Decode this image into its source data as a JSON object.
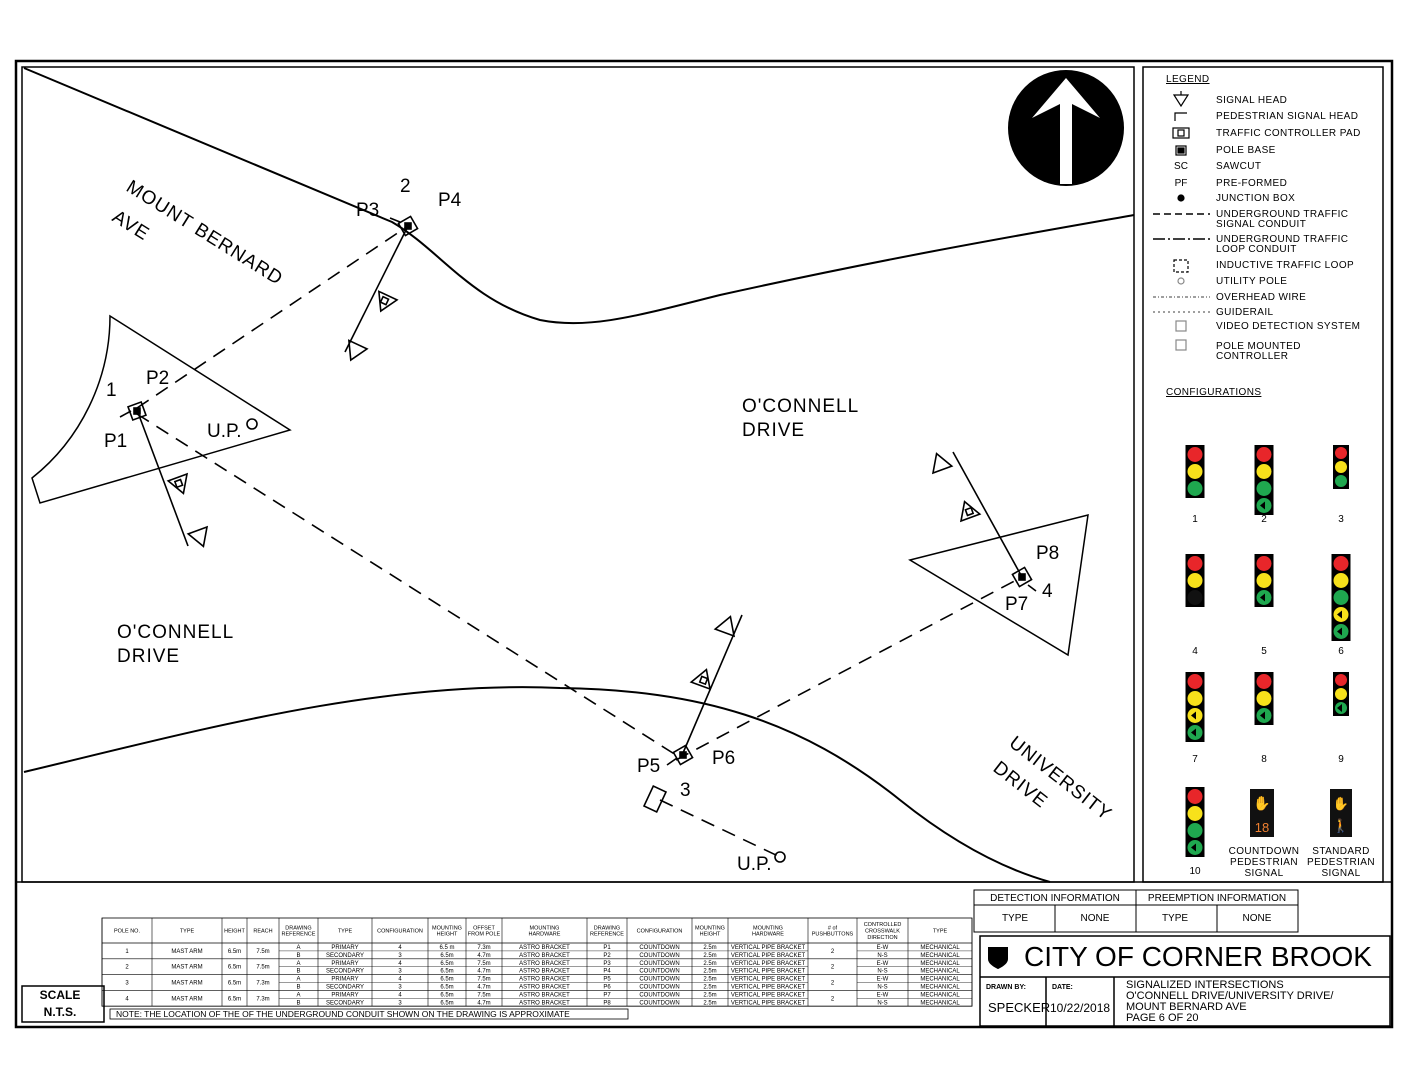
{
  "map": {
    "road_mount_bernard": [
      "MOUNT BERNARD",
      "AVE"
    ],
    "road_oconnell_upper": [
      "O'CONNELL",
      "DRIVE"
    ],
    "road_oconnell_lower": [
      "O'CONNELL",
      "DRIVE"
    ],
    "road_university": [
      "UNIVERSITY",
      "DRIVE"
    ],
    "pole_numbers": [
      "1",
      "2",
      "3",
      "4"
    ],
    "pole_refs": [
      "P1",
      "P2",
      "P3",
      "P4",
      "P5",
      "P6",
      "P7",
      "P8"
    ],
    "utility_pole": "U.P."
  },
  "legend": {
    "title": "LEGEND",
    "items": [
      {
        "label": [
          "SIGNAL HEAD"
        ],
        "icon": "signal-head"
      },
      {
        "label": [
          "PEDESTRIAN SIGNAL HEAD"
        ],
        "icon": "ped-signal-head"
      },
      {
        "label": [
          "TRAFFIC CONTROLLER PAD"
        ],
        "icon": "controller-pad"
      },
      {
        "label": [
          "POLE BASE"
        ],
        "icon": "pole-base"
      },
      {
        "label": [
          "SAWCUT"
        ],
        "icon": "SC"
      },
      {
        "label": [
          "PRE-FORMED"
        ],
        "icon": "PF"
      },
      {
        "label": [
          "JUNCTION BOX"
        ],
        "icon": "junction-box"
      },
      {
        "label": [
          "UNDERGROUND TRAFFIC",
          "SIGNAL CONDUIT"
        ],
        "icon": "dashed-line"
      },
      {
        "label": [
          "UNDERGROUND TRAFFIC",
          "LOOP CONDUIT"
        ],
        "icon": "dash-dot-line"
      },
      {
        "label": [
          "INDUCTIVE TRAFFIC LOOP"
        ],
        "icon": "loop"
      },
      {
        "label": [
          "UTILITY POLE"
        ],
        "icon": "utility-pole"
      },
      {
        "label": [
          "OVERHEAD WIRE"
        ],
        "icon": "overhead-wire"
      },
      {
        "label": [
          "GUIDERAIL"
        ],
        "icon": "guiderail"
      },
      {
        "label": [
          "VIDEO DETECTION SYSTEM"
        ],
        "icon": "video"
      },
      {
        "label": [
          "POLE MOUNTED",
          "CONTROLLER"
        ],
        "icon": "pole-controller"
      }
    ],
    "configurations_title": "CONFIGURATIONS",
    "configurations": [
      "1",
      "2",
      "3",
      "4",
      "5",
      "6",
      "7",
      "8",
      "9",
      "10"
    ],
    "countdown_label": [
      "COUNTDOWN",
      "PEDESTRIAN",
      "SIGNAL"
    ],
    "countdown_value": "18",
    "standard_label": [
      "STANDARD",
      "PEDESTRIAN",
      "SIGNAL"
    ]
  },
  "colors": {
    "red": "#e8262a",
    "yellow": "#f7e11b",
    "green": "#1fa84f",
    "frame": "#000000"
  },
  "detection": {
    "title": "DETECTION INFORMATION",
    "type_label": "TYPE",
    "type_value": "NONE"
  },
  "preemption": {
    "title": "PREEMPTION INFORMATION",
    "type_label": "TYPE",
    "type_value": "NONE"
  },
  "title_block": {
    "city": "CITY OF CORNER BROOK",
    "drawn_by_label": "DRAWN BY:",
    "drawn_by": "SPECKER",
    "date_label": "DATE:",
    "date": "10/22/2018",
    "desc": [
      "SIGNALIZED INTERSECTIONS",
      "O'CONNELL DRIVE/UNIVERSITY DRIVE/",
      "MOUNT BERNARD AVE",
      "PAGE 6 OF 20"
    ]
  },
  "scale": {
    "label": "SCALE",
    "value": "N.T.S."
  },
  "note": "NOTE: THE LOCATION OF THE OF THE UNDERGROUND CONDUIT SHOWN ON THE DRAWING IS APPROXIMATE",
  "pole_table": {
    "headers": [
      "POLE NO.",
      "TYPE",
      "HEIGHT",
      "REACH",
      "DRAWING REFERENCE",
      "TYPE",
      "CONFIGURATION",
      "MOUNTING HEIGHT",
      "OFFSET FROM POLE",
      "MOUNTING HARDWARE",
      "DRAWING REFERENCE",
      "CONFIGURATION",
      "MOUNTING HEIGHT",
      "MOUNTING HARDWARE",
      "# of PUSHBUTTONS",
      "CONTROLLED CROSSWALK DIRECTION",
      "TYPE"
    ],
    "poles": [
      {
        "no": "1",
        "type": "MAST ARM",
        "height": "6.5m",
        "reach": "7.5m",
        "buttons": "2"
      },
      {
        "no": "2",
        "type": "MAST ARM",
        "height": "6.5m",
        "reach": "7.5m",
        "buttons": "2"
      },
      {
        "no": "3",
        "type": "MAST ARM",
        "height": "6.5m",
        "reach": "7.3m",
        "buttons": "2"
      },
      {
        "no": "4",
        "type": "MAST ARM",
        "height": "6.5m",
        "reach": "7.3m",
        "buttons": "2"
      }
    ],
    "rows": [
      [
        "A",
        "PRIMARY",
        "4",
        "6.5 m",
        "7.3m",
        "ASTRO BRACKET",
        "P1",
        "COUNTDOWN",
        "2.5m",
        "VERTICAL PIPE BRACKET",
        "E-W",
        "MECHANICAL"
      ],
      [
        "B",
        "SECONDARY",
        "3",
        "6.5m",
        "4.7m",
        "ASTRO BRACKET",
        "P2",
        "COUNTDOWN",
        "2.5m",
        "VERTICAL PIPE BRACKET",
        "N-S",
        "MECHANICAL"
      ],
      [
        "A",
        "PRIMARY",
        "4",
        "6.5m",
        "7.5m",
        "ASTRO BRACKET",
        "P3",
        "COUNTDOWN",
        "2.5m",
        "VERTICAL PIPE BRACKET",
        "E-W",
        "MECHANICAL"
      ],
      [
        "B",
        "SECONDARY",
        "3",
        "6.5m",
        "4.7m",
        "ASTRO BRACKET",
        "P4",
        "COUNTDOWN",
        "2.5m",
        "VERTICAL PIPE BRACKET",
        "N-S",
        "MECHANICAL"
      ],
      [
        "A",
        "PRIMARY",
        "4",
        "6.5m",
        "7.5m",
        "ASTRO BRACKET",
        "P5",
        "COUNTDOWN",
        "2.5m",
        "VERTICAL PIPE BRACKET",
        "E-W",
        "MECHANICAL"
      ],
      [
        "B",
        "SECONDARY",
        "3",
        "6.5m",
        "4.7m",
        "ASTRO BRACKET",
        "P6",
        "COUNTDOWN",
        "2.5m",
        "VERTICAL PIPE BRACKET",
        "N-S",
        "MECHANICAL"
      ],
      [
        "A",
        "PRIMARY",
        "4",
        "6.5m",
        "7.5m",
        "ASTRO BRACKET",
        "P7",
        "COUNTDOWN",
        "2.5m",
        "VERTICAL PIPE BRACKET",
        "E-W",
        "MECHANICAL"
      ],
      [
        "B",
        "SECONDARY",
        "3",
        "6.5m",
        "4.7m",
        "ASTRO BRACKET",
        "P8",
        "COUNTDOWN",
        "2.5m",
        "VERTICAL PIPE BRACKET",
        "N-S",
        "MECHANICAL"
      ]
    ]
  }
}
